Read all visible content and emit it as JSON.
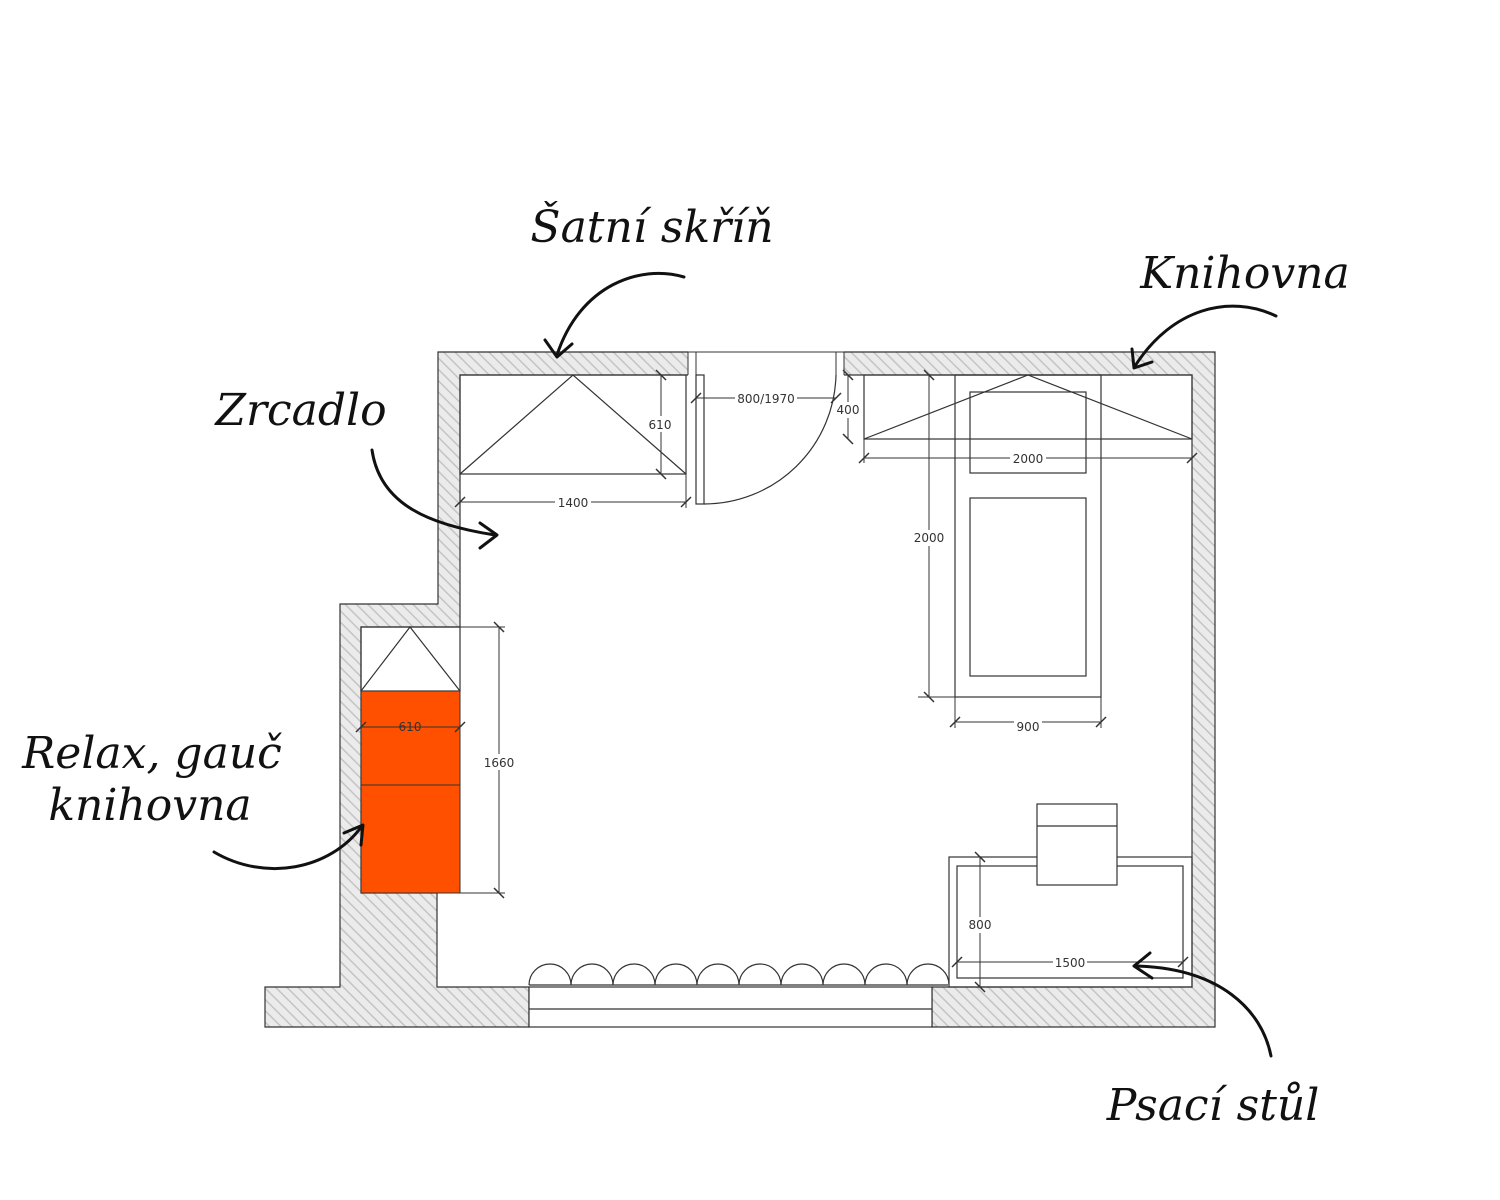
{
  "labels": {
    "wardrobe": "Šatní skříň",
    "bookcase_top": "Knihovna",
    "mirror": "Zrcadlo",
    "relax_line1": "Relax, gauč",
    "relax_line2": "knihovna",
    "desk": "Psací stůl"
  },
  "dimensions": {
    "door": "800/1970",
    "wardrobe_depth": "610",
    "wardrobe_width": "1400",
    "shelf_depth": "400",
    "shelf_width": "2000",
    "bed_length": "2000",
    "bed_width": "900",
    "sofa_depth": "610",
    "sofa_length": "1660",
    "desk_depth": "800",
    "desk_width": "1500"
  },
  "colors": {
    "sofa": "#ff5000",
    "wall_fill": "#e6e6e6",
    "wall_hatch": "#bdbdbd",
    "line": "#333333",
    "label": "#111111"
  }
}
